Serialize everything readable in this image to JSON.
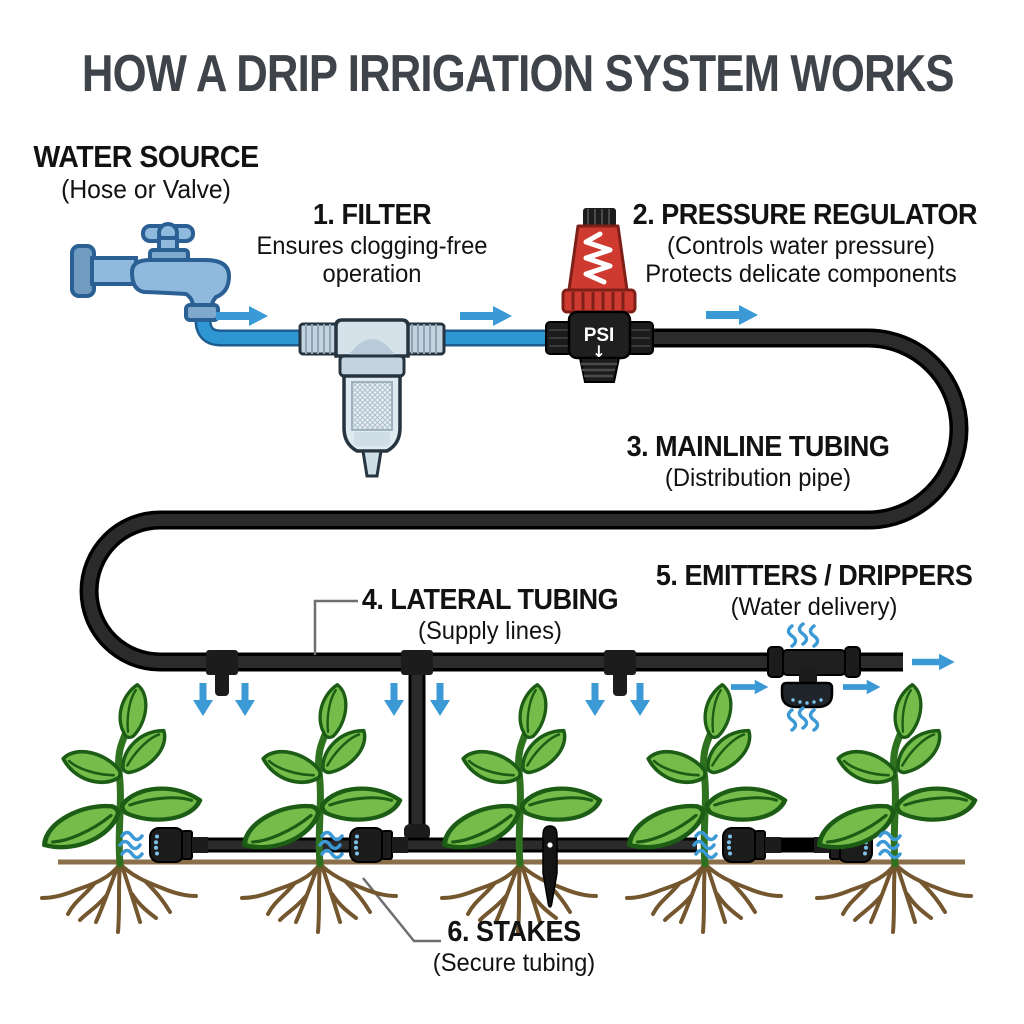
{
  "title": "HOW A DRIP IRRIGATION SYSTEM WORKS",
  "water_source": {
    "label": "WATER SOURCE",
    "sublabel": "(Hose or Valve)"
  },
  "steps": {
    "filter": {
      "label": "1. FILTER",
      "line1": "Ensures clogging-free",
      "line2": "operation"
    },
    "regulator": {
      "label": "2. PRESSURE REGULATOR",
      "line1": "(Controls water pressure)",
      "line2": "Protects delicate components",
      "badge": "PSI",
      "badge_arrow": "↓"
    },
    "mainline": {
      "label": "3. MAINLINE TUBING",
      "line1": "(Distribution pipe)"
    },
    "lateral": {
      "label": "4. LATERAL TUBING",
      "line1": "(Supply lines)"
    },
    "emitters": {
      "label": "5. EMITTERS / DRIPPERS",
      "line1": "(Water delivery)"
    },
    "stakes": {
      "label": "6. STAKES",
      "line1": "(Secure tubing)"
    }
  },
  "colors": {
    "water_blue": "#2f96d4",
    "arrow_blue": "#3b99d6",
    "pipe_black": "#1f1f1f",
    "regulator_red": "#cf3a30",
    "leaf_green": "#74bd4a",
    "soil_brown": "#74572f",
    "ground_brown": "#8a6f4a",
    "title_gray": "#3e4449"
  }
}
